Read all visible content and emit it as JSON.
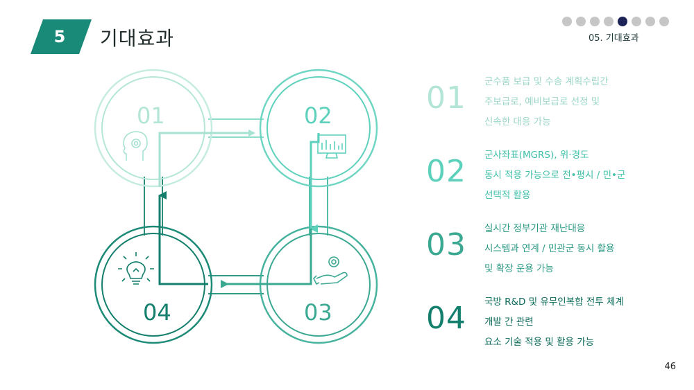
{
  "header": {
    "section_number": "5",
    "title": "기대효과",
    "subtitle": "05. 기대효과",
    "nav_dots": {
      "count": 8,
      "active_index": 4
    }
  },
  "diagram": {
    "labels": [
      "01",
      "02",
      "03",
      "04"
    ],
    "icons": [
      "head-gear-icon",
      "monitor-chart-icon",
      "hand-gear-icon",
      "lightbulb-icon"
    ]
  },
  "items": [
    {
      "number": "01",
      "color": "#b4e6d8",
      "text_color": "#9bd6c8",
      "lines": [
        "군수품 보급 및 수송 계획수립간",
        "주보급로, 예비보급로 선정 및",
        "신속한 대응 가능"
      ]
    },
    {
      "number": "02",
      "color": "#5ed1bd",
      "text_color": "#3cbfa7",
      "lines": [
        "군사좌표(MGRS), 위·경도",
        "동시 적용 가능으로 전•평시 / 민•군",
        "선택적 활용"
      ]
    },
    {
      "number": "03",
      "color": "#3ba892",
      "text_color": "#2a9984",
      "lines": [
        "실시간 정부기관 재난대응",
        "시스템과 연계 / 민관군 동시 활용",
        "및 확장 운용 가능"
      ]
    },
    {
      "number": "04",
      "color": "#137f6c",
      "text_color": "#0c6b5a",
      "lines": [
        "국방 R&D 및 유무인복합 전투 체계",
        "개발 간 관련",
        "요소 기술 적용 및 활용 가능"
      ]
    }
  ],
  "colors": {
    "badge": "#1a8a78",
    "c1": "#b4e6d8",
    "c2": "#5ed1bd",
    "c3": "#3ba892",
    "c4": "#137f6c",
    "nav_dot": "#c6c6c6",
    "nav_dot_active": "#1e2357"
  },
  "page_number": "46"
}
